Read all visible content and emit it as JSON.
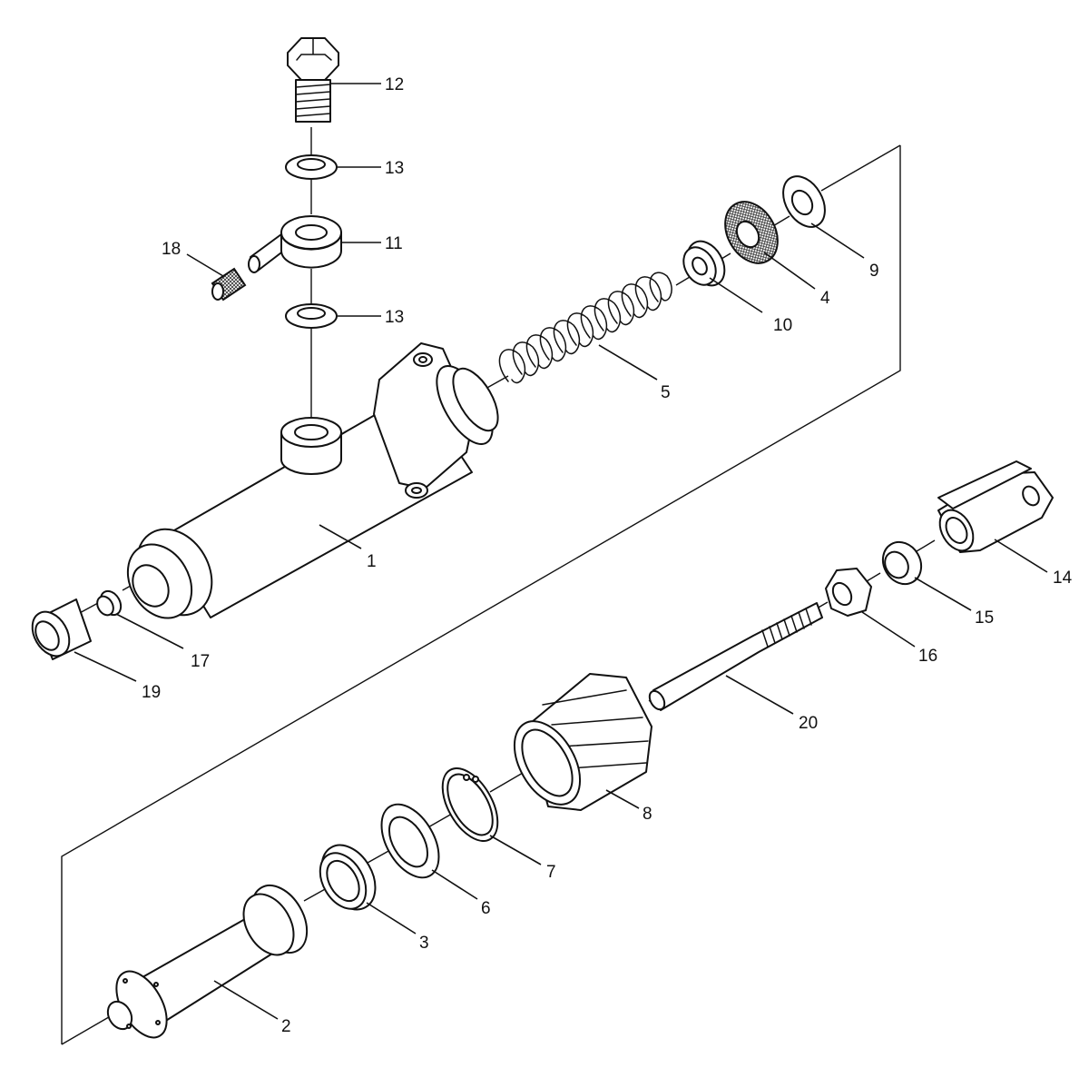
{
  "diagram": {
    "type": "exploded parts view",
    "colors": {
      "line": "#111111",
      "background": "#ffffff"
    },
    "callouts": [
      {
        "id": "c1",
        "label": "1"
      },
      {
        "id": "c2",
        "label": "2"
      },
      {
        "id": "c3",
        "label": "3"
      },
      {
        "id": "c4",
        "label": "4"
      },
      {
        "id": "c5",
        "label": "5"
      },
      {
        "id": "c6",
        "label": "6"
      },
      {
        "id": "c7",
        "label": "7"
      },
      {
        "id": "c8",
        "label": "8"
      },
      {
        "id": "c9",
        "label": "9"
      },
      {
        "id": "c10",
        "label": "10"
      },
      {
        "id": "c11",
        "label": "11"
      },
      {
        "id": "c12",
        "label": "12"
      },
      {
        "id": "c13a",
        "label": "13"
      },
      {
        "id": "c13b",
        "label": "13"
      },
      {
        "id": "c14",
        "label": "14"
      },
      {
        "id": "c15",
        "label": "15"
      },
      {
        "id": "c16",
        "label": "16"
      },
      {
        "id": "c17",
        "label": "17"
      },
      {
        "id": "c18",
        "label": "18"
      },
      {
        "id": "c19",
        "label": "19"
      },
      {
        "id": "c20",
        "label": "20"
      }
    ]
  }
}
